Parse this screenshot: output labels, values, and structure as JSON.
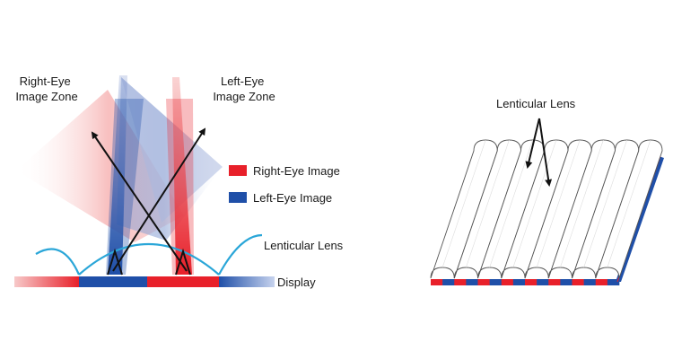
{
  "left_diagram": {
    "right_eye_zone_label": [
      "Right-Eye",
      "Image Zone"
    ],
    "left_eye_zone_label": [
      "Left-Eye",
      "Image Zone"
    ],
    "legend": [
      {
        "label": "Right-Eye Image",
        "color": "#e8202a"
      },
      {
        "label": "Left-Eye Image",
        "color": "#1f4fa8"
      }
    ],
    "lens_label": "Lenticular Lens",
    "display_label": "Display"
  },
  "right_diagram": {
    "lens_label": "Lenticular Lens",
    "lens_count": 8
  },
  "colors": {
    "red": "#e8202a",
    "blue": "#1f4fa8",
    "lens_line": "#2aa6d8",
    "arrow": "#111111"
  }
}
